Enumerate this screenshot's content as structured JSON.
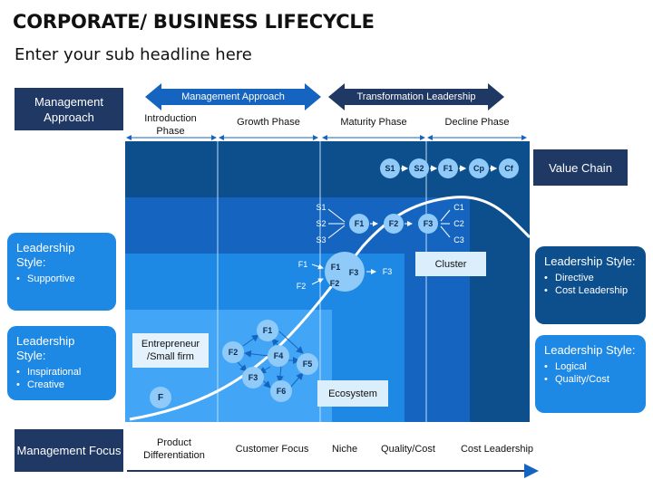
{
  "title": "CORPORATE/ BUSINESS LIFECYCLE",
  "subtitle": "Enter your sub headline here",
  "management_approach_label": "Management Approach",
  "arrows": {
    "approach": "Management Approach",
    "transformation": "Transformation Leadership"
  },
  "phases": [
    "Introduction Phase",
    "Growth Phase",
    "Maturity Phase",
    "Decline Phase"
  ],
  "value_chain": {
    "label": "Value Chain",
    "nodes": [
      "S1",
      "S2",
      "F1",
      "Cp",
      "Cf"
    ]
  },
  "cluster": {
    "label": "Cluster",
    "inputs": [
      "S1",
      "S2",
      "S3"
    ],
    "nodes": [
      "F1",
      "F2",
      "F3"
    ],
    "outputs": [
      "C1",
      "C2",
      "C3"
    ]
  },
  "firm_hub": {
    "center": [
      "F1",
      "F3",
      "F2"
    ],
    "left_in": [
      "F1",
      "F2"
    ],
    "right_out": "F3"
  },
  "ecosystem": {
    "label": "Ecosystem",
    "nodes": [
      "F1",
      "F2",
      "F4",
      "F5",
      "F3",
      "F6"
    ]
  },
  "entrepreneur": {
    "label": "Entrepreneur /Small firm",
    "node": "F"
  },
  "leadership_left": [
    {
      "title": "Leadership Style:",
      "items": [
        "Supportive"
      ]
    },
    {
      "title": "Leadership Style:",
      "items": [
        "Inspirational",
        "Creative"
      ]
    }
  ],
  "leadership_right": [
    {
      "title": "Leadership Style:",
      "items": [
        "Directive",
        "Cost Leadership"
      ]
    },
    {
      "title": "Leadership Style:",
      "items": [
        "Logical",
        "Quality/Cost"
      ]
    }
  ],
  "management_focus_label": "Management Focus",
  "focus_items": [
    "Product Differentiation",
    "Customer Focus",
    "Niche",
    "Quality/Cost",
    "Cost Leadership"
  ],
  "colors": {
    "navy": "#1f3864",
    "band1": "#0d4f8c",
    "band2": "#1565c0",
    "band3": "#1e88e5",
    "band4": "#42a5f5",
    "node": "#90caf9"
  }
}
